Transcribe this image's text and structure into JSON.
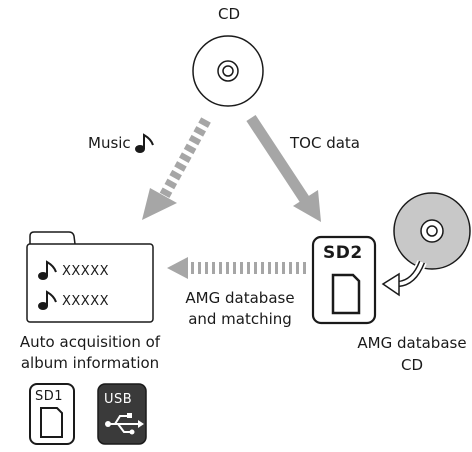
{
  "labels": {
    "cd_top": "CD",
    "music": "Music",
    "toc": "TOC data",
    "amg_match_line1": "AMG database",
    "amg_match_line2": "and matching",
    "folder_caption_line1": "Auto acquisition of",
    "folder_caption_line2": "album information",
    "amg_cd_line1": "AMG database",
    "amg_cd_line2": "CD"
  },
  "folder": {
    "rows": [
      "xxxxx",
      "xxxxx"
    ]
  },
  "cards": {
    "sd1": "SD1",
    "usb": "USB",
    "sd2": "SD2"
  },
  "colors": {
    "arrow_gray": "#a6a6a6",
    "disc_gray": "#c8c8c8",
    "usb_dark": "#3a3a3a"
  }
}
